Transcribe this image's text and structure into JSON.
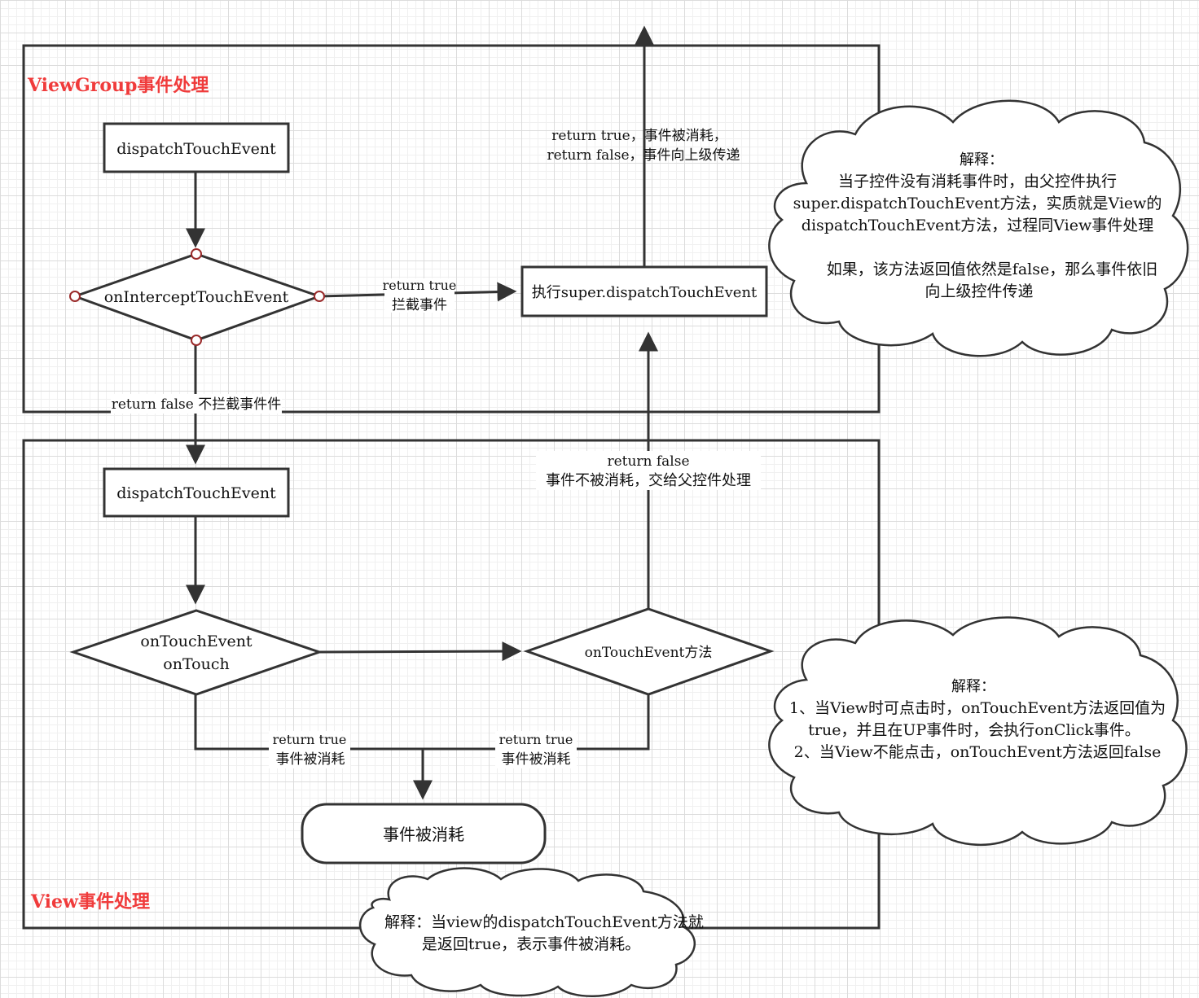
{
  "sections": {
    "viewgroup_title": "ViewGroup事件处理",
    "view_title": "View事件处理"
  },
  "nodes": {
    "vg_dispatch": "dispatchTouchEvent",
    "vg_intercept": "onInterceptTouchEvent",
    "vg_super_dispatch": "执行super.dispatchTouchEvent",
    "v_dispatch": "dispatchTouchEvent",
    "v_ontouch_line1": "onTouchEvent",
    "v_ontouch_line2": "onTouch",
    "v_ontouchevent_method": "onTouchEvent方法",
    "consumed": "事件被消耗"
  },
  "edges": {
    "top_return_line1": "return true，事件被消耗，",
    "top_return_line2": "return false，事件向上级传递",
    "intercept_true_line1": "return true",
    "intercept_true_line2": "拦截事件",
    "intercept_false": "return false 不拦截事件件",
    "view_false_line1": "return false",
    "view_false_line2": "事件不被消耗，交给父控件处理",
    "left_true_line1": "return true",
    "left_true_line2": "事件被消耗",
    "right_true_line1": "return true",
    "right_true_line2": "事件被消耗"
  },
  "notes": {
    "cloud1": [
      "解释：",
      "当子控件没有消耗事件时，由父控件执行",
      "super.dispatchTouchEvent方法，实质就是View的",
      "dispatchTouchEvent方法，过程同View事件处理",
      "",
      "如果，该方法返回值依然是false，那么事件依旧",
      "向上级控件传递"
    ],
    "cloud2": [
      "解释：",
      "1、当View时可点击时，onTouchEvent方法返回值为",
      "true，并且在UP事件时，会执行onClick事件。",
      "2、当View不能点击，onTouchEvent方法返回false"
    ],
    "cloud3": [
      "解释：当view的dispatchTouchEvent方法就",
      "是返回true，表示事件被消耗。"
    ]
  },
  "colors": {
    "section_title": "#f03b3b",
    "stroke": "#333333",
    "port": "#9a2a2a"
  }
}
